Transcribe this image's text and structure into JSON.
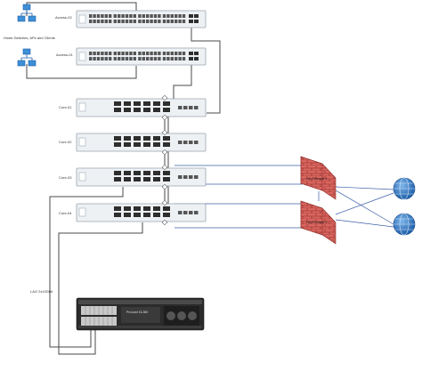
{
  "hosts_label": "Hosts Switches, APs and Clients",
  "switches": [
    {
      "id": "access02",
      "label": "Access-02"
    },
    {
      "id": "access01",
      "label": "Access-01"
    },
    {
      "id": "core01",
      "label": "Core-01"
    },
    {
      "id": "core02",
      "label": "Core-02"
    },
    {
      "id": "core03",
      "label": "Core-03"
    },
    {
      "id": "core04",
      "label": "Core-04"
    }
  ],
  "firewalls": [
    {
      "id": "fw1",
      "label": "HA Firewall 1"
    },
    {
      "id": "fw2",
      "label": "HA Firewall 2"
    }
  ],
  "server": {
    "lag_label": "LAG 2x10Gbit",
    "name_label": "ProLiant DL380"
  },
  "icons": {
    "host": "network-hosts-icon",
    "internet": "globe-icon"
  },
  "colors": {
    "switch_body": "#eef1f4",
    "switch_border": "#9aa4ad",
    "port": "#555555",
    "firewall_brick": "#c0504d",
    "globe": "#2f78c4",
    "link": "#4a4a4a",
    "wan_link": "#3b5fa8"
  }
}
